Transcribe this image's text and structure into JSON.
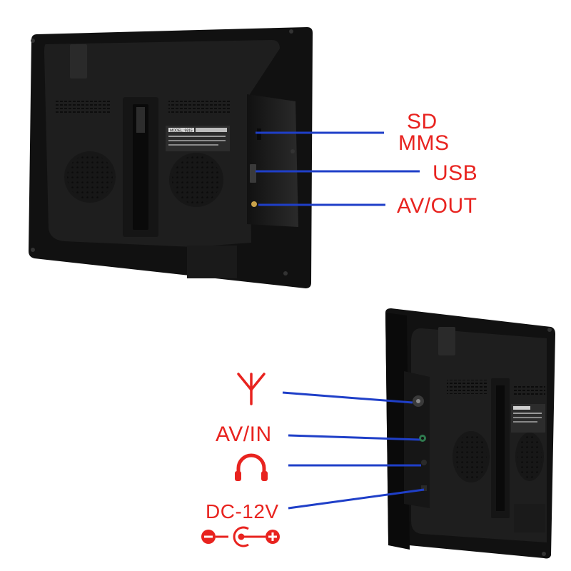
{
  "image_description_type": "product photo",
  "colors": {
    "label_red": "#e8231f",
    "pointer_blue": "#1f3fc8",
    "device_black": "#1c1c1c"
  },
  "rear_ports_top": {
    "labels": [
      "SD",
      "MMS",
      "USB",
      "AV/OUT"
    ]
  },
  "side_ports_bottom": {
    "labels": [
      "AV/IN",
      "DC-12V"
    ],
    "icons": [
      "antenna-icon",
      "headphones-icon",
      "dc-polarity-icon"
    ]
  },
  "device_label": {
    "model_text": "MODEL: 9815"
  }
}
